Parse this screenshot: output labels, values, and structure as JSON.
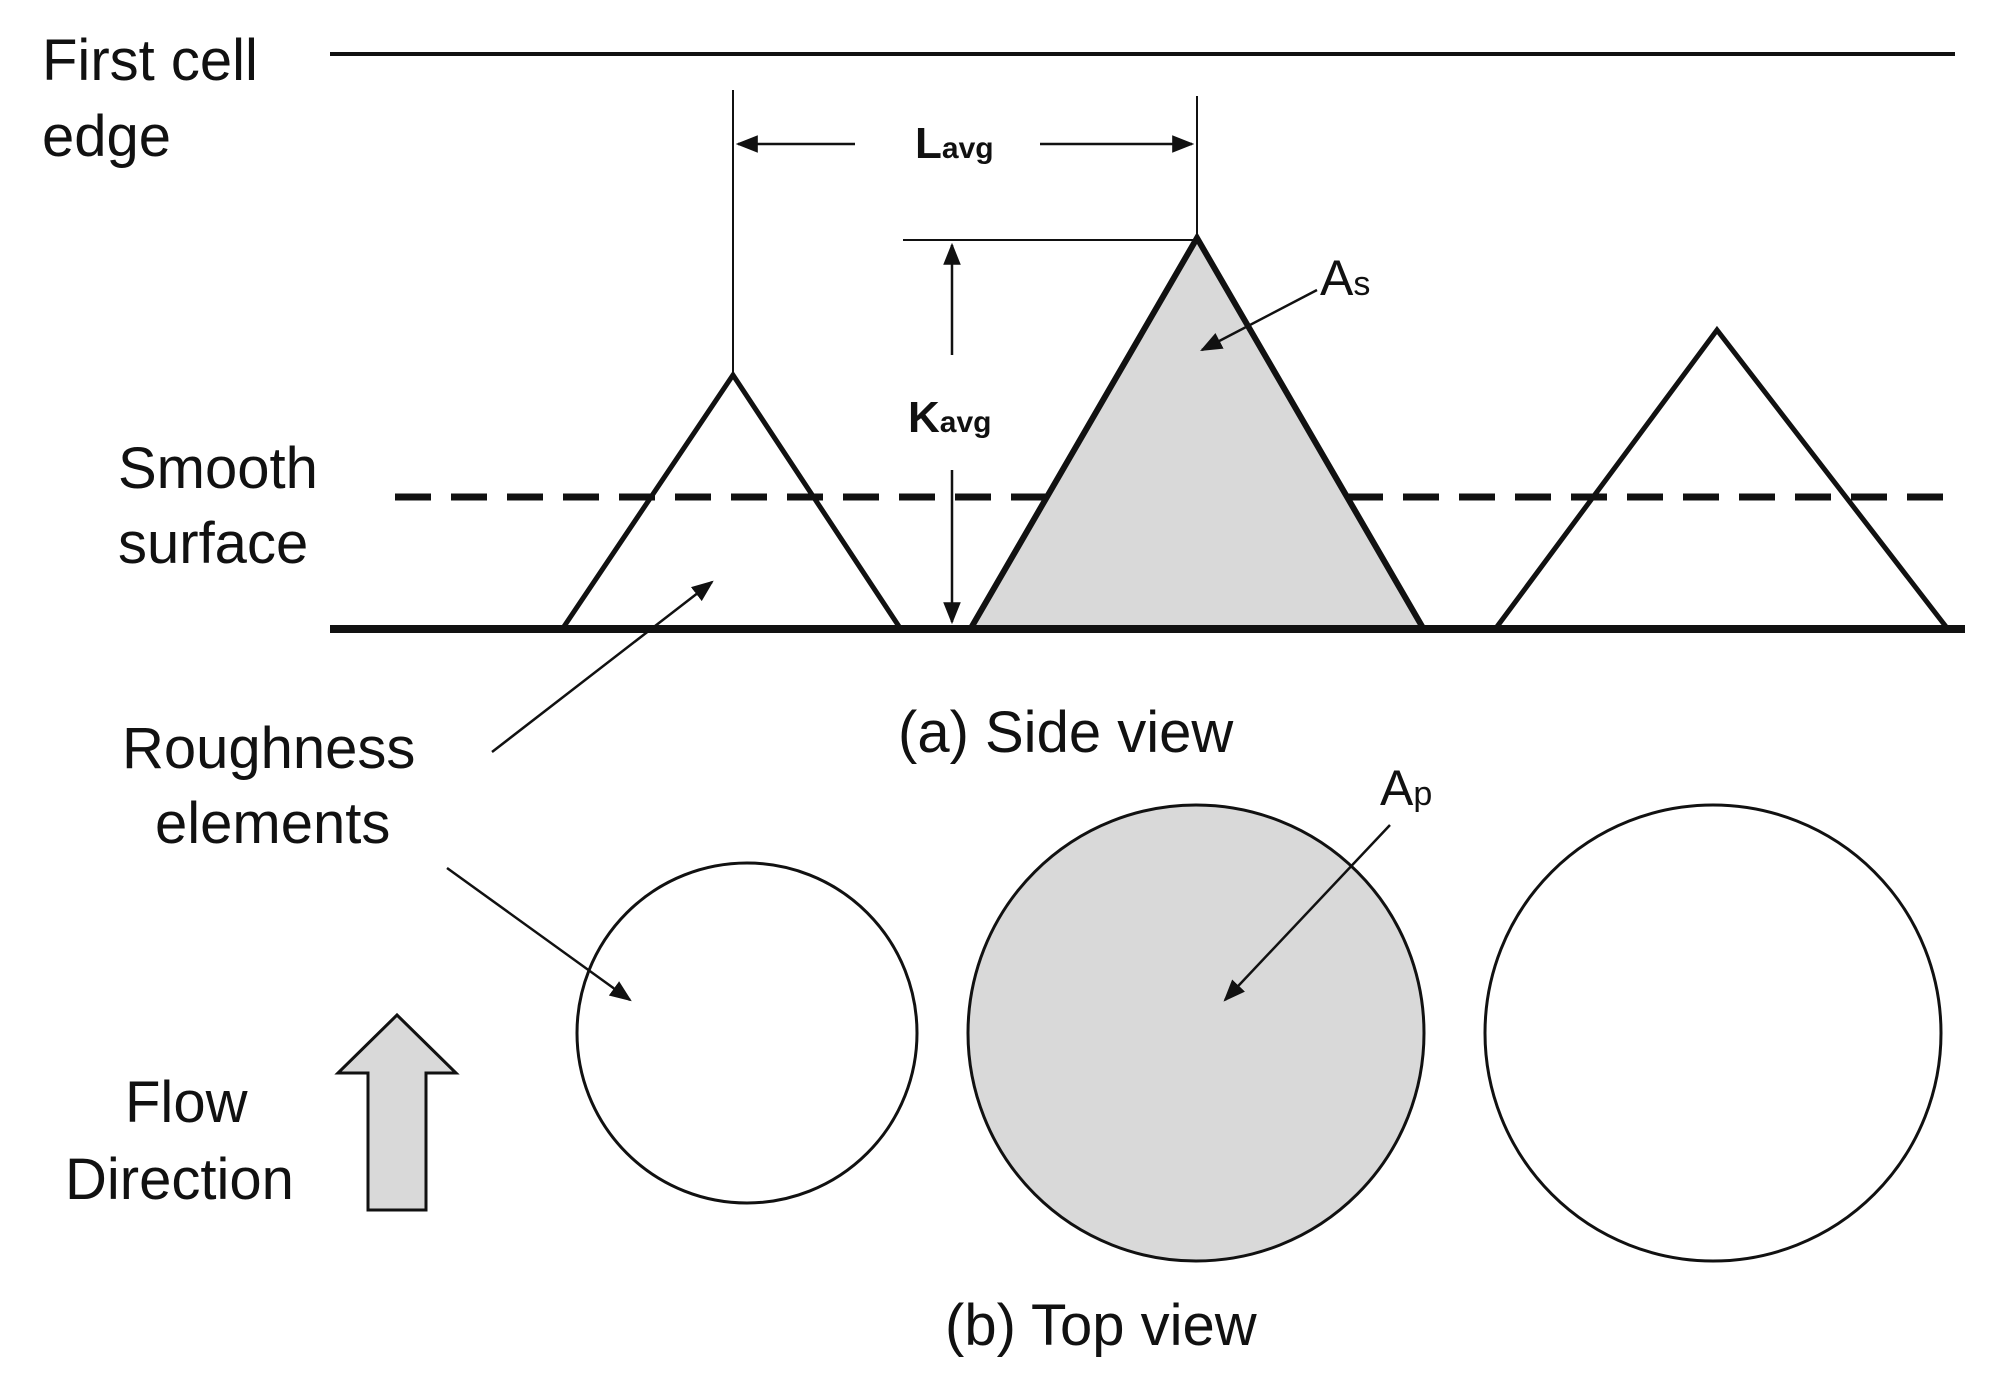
{
  "labels": {
    "first_cell_edge_line1": "First cell",
    "first_cell_edge_line2": "edge",
    "smooth_surface_line1": "Smooth",
    "smooth_surface_line2": "surface",
    "roughness_line1": "Roughness",
    "roughness_line2": "elements",
    "flow_line1": "Flow",
    "flow_line2": "Direction"
  },
  "dimensions": {
    "spacing_main": "L",
    "spacing_sub": "avg",
    "height_main": "K",
    "height_sub": "avg",
    "side_area_main": "A",
    "side_area_sub": "s",
    "plan_area_main": "A",
    "plan_area_sub": "p"
  },
  "captions": {
    "side_view": "(a) Side view",
    "top_view": "(b) Top view"
  },
  "colors": {
    "highlight_fill": "#d9d9d9",
    "stroke": "#111111"
  }
}
